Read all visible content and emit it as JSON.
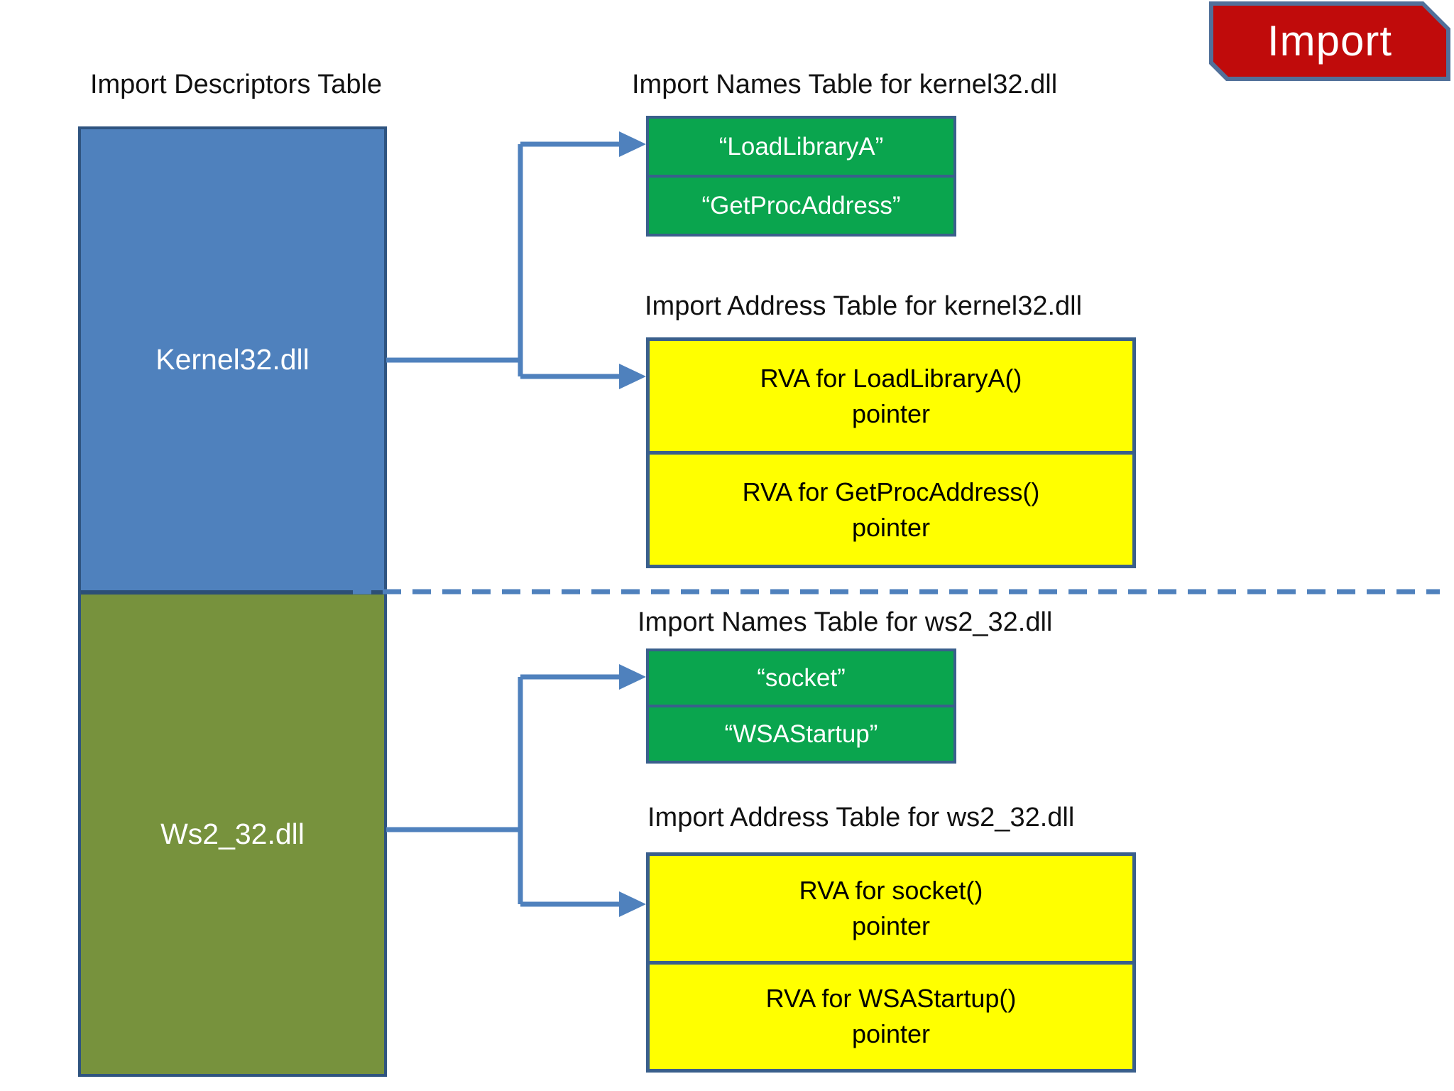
{
  "badge": {
    "label": "Import"
  },
  "headings": {
    "descriptors": "Import Descriptors Table",
    "kernel32_names": "Import Names Table for kernel32.dll",
    "kernel32_iat": "Import Address Table for kernel32.dll",
    "ws2_names": "Import Names Table for ws2_32.dll",
    "ws2_iat": "Import Address Table for ws2_32.dll"
  },
  "descriptor_table": {
    "entries": [
      {
        "label": "Kernel32.dll"
      },
      {
        "label": "Ws2_32.dll"
      }
    ]
  },
  "kernel32": {
    "names": [
      "“LoadLibraryA”",
      "“GetProcAddress”"
    ],
    "iat": [
      {
        "line1": "RVA for LoadLibraryA()",
        "line2": "pointer"
      },
      {
        "line1": "RVA for GetProcAddress()",
        "line2": "pointer"
      }
    ]
  },
  "ws2_32": {
    "names": [
      "“socket”",
      "“WSAStartup”"
    ],
    "iat": [
      {
        "line1": "RVA for socket()",
        "line2": "pointer"
      },
      {
        "line1": "RVA for WSAStartup()",
        "line2": "pointer"
      }
    ]
  },
  "colors": {
    "descriptor_blue": "#4F81BD",
    "descriptor_olive": "#77923D",
    "names_green": "#0AA54E",
    "iat_yellow": "#FFFF00",
    "box_border": "#3A5F8C",
    "connector_blue": "#4F81BD",
    "badge_red": "#C00B0B",
    "badge_border": "#51709A",
    "heading_text": "#111111"
  }
}
